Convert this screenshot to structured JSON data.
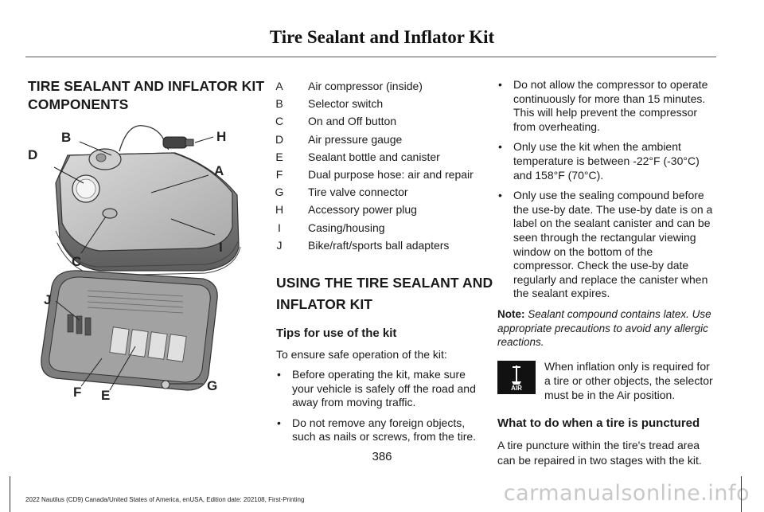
{
  "header": {
    "title": "Tire Sealant and Inflator Kit"
  },
  "section1": {
    "heading_line1": "TIRE SEALANT AND INFLATOR KIT",
    "heading_line2": "COMPONENTS"
  },
  "components": [
    {
      "letter": "A",
      "desc": "Air compressor (inside)"
    },
    {
      "letter": "B",
      "desc": "Selector switch"
    },
    {
      "letter": "C",
      "desc": "On and Off button"
    },
    {
      "letter": "D",
      "desc": "Air pressure gauge"
    },
    {
      "letter": "E",
      "desc": "Sealant bottle and canister"
    },
    {
      "letter": "F",
      "desc": "Dual purpose hose: air and repair"
    },
    {
      "letter": "G",
      "desc": "Tire valve connector"
    },
    {
      "letter": "H",
      "desc": "Accessory power plug"
    },
    {
      "letter": "I",
      "desc": "Casing/housing"
    },
    {
      "letter": "J",
      "desc": "Bike/raft/sports ball adapters"
    }
  ],
  "figure": {
    "callouts": [
      "H",
      "B",
      "D",
      "A",
      "I",
      "C",
      "J",
      "G",
      "F",
      "E"
    ]
  },
  "section2": {
    "heading_line1": "USING THE TIRE SEALANT AND",
    "heading_line2": "INFLATOR KIT",
    "subheading": "Tips for use of the kit",
    "intro": "To ensure safe operation of the kit:",
    "bullets": [
      "Before operating the kit, make sure your vehicle is safely off the road and away from moving traffic.",
      "Do not remove any foreign objects, such as nails or screws, from the tire."
    ]
  },
  "col3": {
    "bullets": [
      "Do not allow the compressor to operate continuously for more than 15 minutes. This will help prevent the compressor from overheating.",
      "Only use the kit when the ambient temperature is between -22°F (-30°C) and 158°F (70°C).",
      "Only use the sealing compound before the use-by date. The use-by date is on a label on the sealant canister and can be seen through the rectangular viewing window on the bottom of the compressor. Check the use-by date regularly and replace the canister when the sealant expires."
    ],
    "note_label": "Note:",
    "note_text": "Sealant compound contains latex. Use appropriate precautions to avoid any allergic reactions.",
    "air_icon_label": "AIR",
    "air_text": "When inflation only is required for a tire or other objects, the selector must be in the Air position.",
    "subheading": "What to do when a tire is punctured",
    "para": "A tire puncture within the tire's tread area can be repaired in two stages with the kit."
  },
  "footer": {
    "page_number": "386",
    "edition": "2022 Nautilus (CD9) Canada/United States of America, enUSA, Edition date: 202108, First-Printing",
    "watermark": "carmanualsonline.info"
  }
}
